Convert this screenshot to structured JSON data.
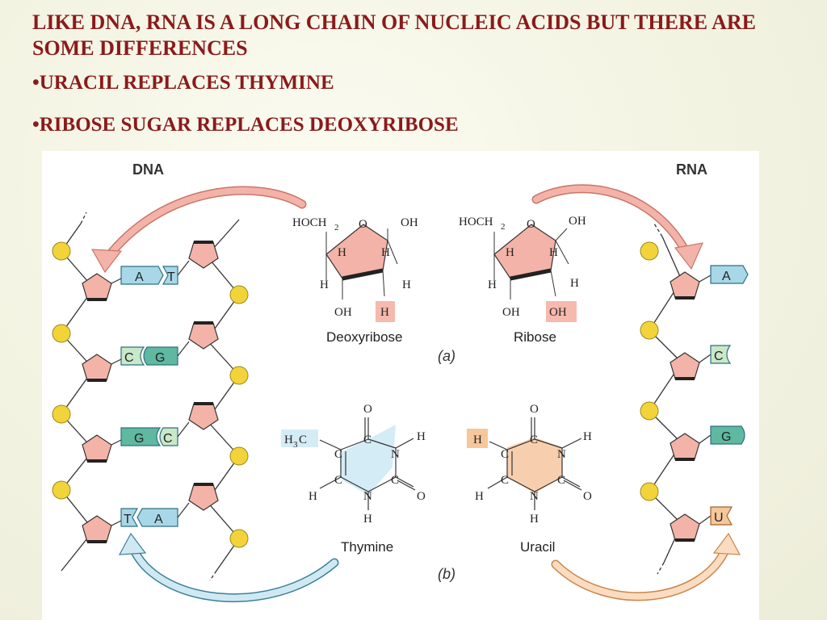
{
  "slide": {
    "heading": "LIKE DNA, RNA IS A LONG CHAIN OF NUCLEIC ACIDS BUT THERE ARE SOME DIFFERENCES",
    "bullets": [
      "•URACIL REPLACES THYMINE",
      "•RIBOSE SUGAR REPLACES DEOXYRIBOSE"
    ]
  },
  "figure": {
    "dna_label": "DNA",
    "rna_label": "RNA",
    "panel_a_label": "(a)",
    "panel_b_label": "(b)",
    "deoxyribose": {
      "name": "Deoxyribose",
      "hoch2": "HOCH",
      "hoch2_sub": "2",
      "ring_o": "O",
      "oh_top": "OH",
      "h_left_in": "H",
      "h_right_in": "H",
      "h_left_out": "H",
      "h_right_out": "H",
      "oh_bottom": "OH",
      "highlight": "H"
    },
    "ribose": {
      "name": "Ribose",
      "hoch2": "HOCH",
      "hoch2_sub": "2",
      "ring_o": "O",
      "oh_top": "OH",
      "h_left_in": "H",
      "h_right_in": "H",
      "h_left_out": "H",
      "h_right_out": "H",
      "oh_bottom": "OH",
      "highlight": "OH"
    },
    "thymine": {
      "name": "Thymine",
      "methyl": "H",
      "methyl_sub": "3",
      "methyl_c": "C",
      "o_top": "O",
      "c2": "C",
      "n3": "N",
      "h_n3": "H",
      "c4": "C",
      "o_right": "O",
      "n1": "N",
      "h_n1": "H",
      "c5": "C",
      "c6": "C",
      "h_c6": "H"
    },
    "uracil": {
      "name": "Uracil",
      "highlight_h": "H",
      "o_top": "O",
      "c2": "C",
      "n3": "N",
      "h_n3": "H",
      "c4": "C",
      "o_right": "O",
      "n1": "N",
      "h_n1": "H",
      "c5": "C",
      "c6": "C",
      "h_c6": "H"
    },
    "dna_pairs": [
      {
        "left": "A",
        "right": "T"
      },
      {
        "left": "C",
        "right": "G"
      },
      {
        "left": "G",
        "right": "C"
      },
      {
        "left": "T",
        "right": "A"
      }
    ],
    "rna_bases": [
      "A",
      "C",
      "G",
      "U"
    ],
    "colors": {
      "title": "#8b1a1a",
      "sugar": "#f4b3a8",
      "phosphate": "#f2d43a",
      "base_a": "#a8d8e8",
      "base_c": "#c9e8c8",
      "base_g": "#5fb8a0",
      "base_u": "#f6c79a",
      "arrow_pink": "#f4a99a",
      "arrow_blue": "#a8d8e8",
      "thymine_ring": "#d4ecf5",
      "uracil_ring": "#f8cfae"
    }
  }
}
